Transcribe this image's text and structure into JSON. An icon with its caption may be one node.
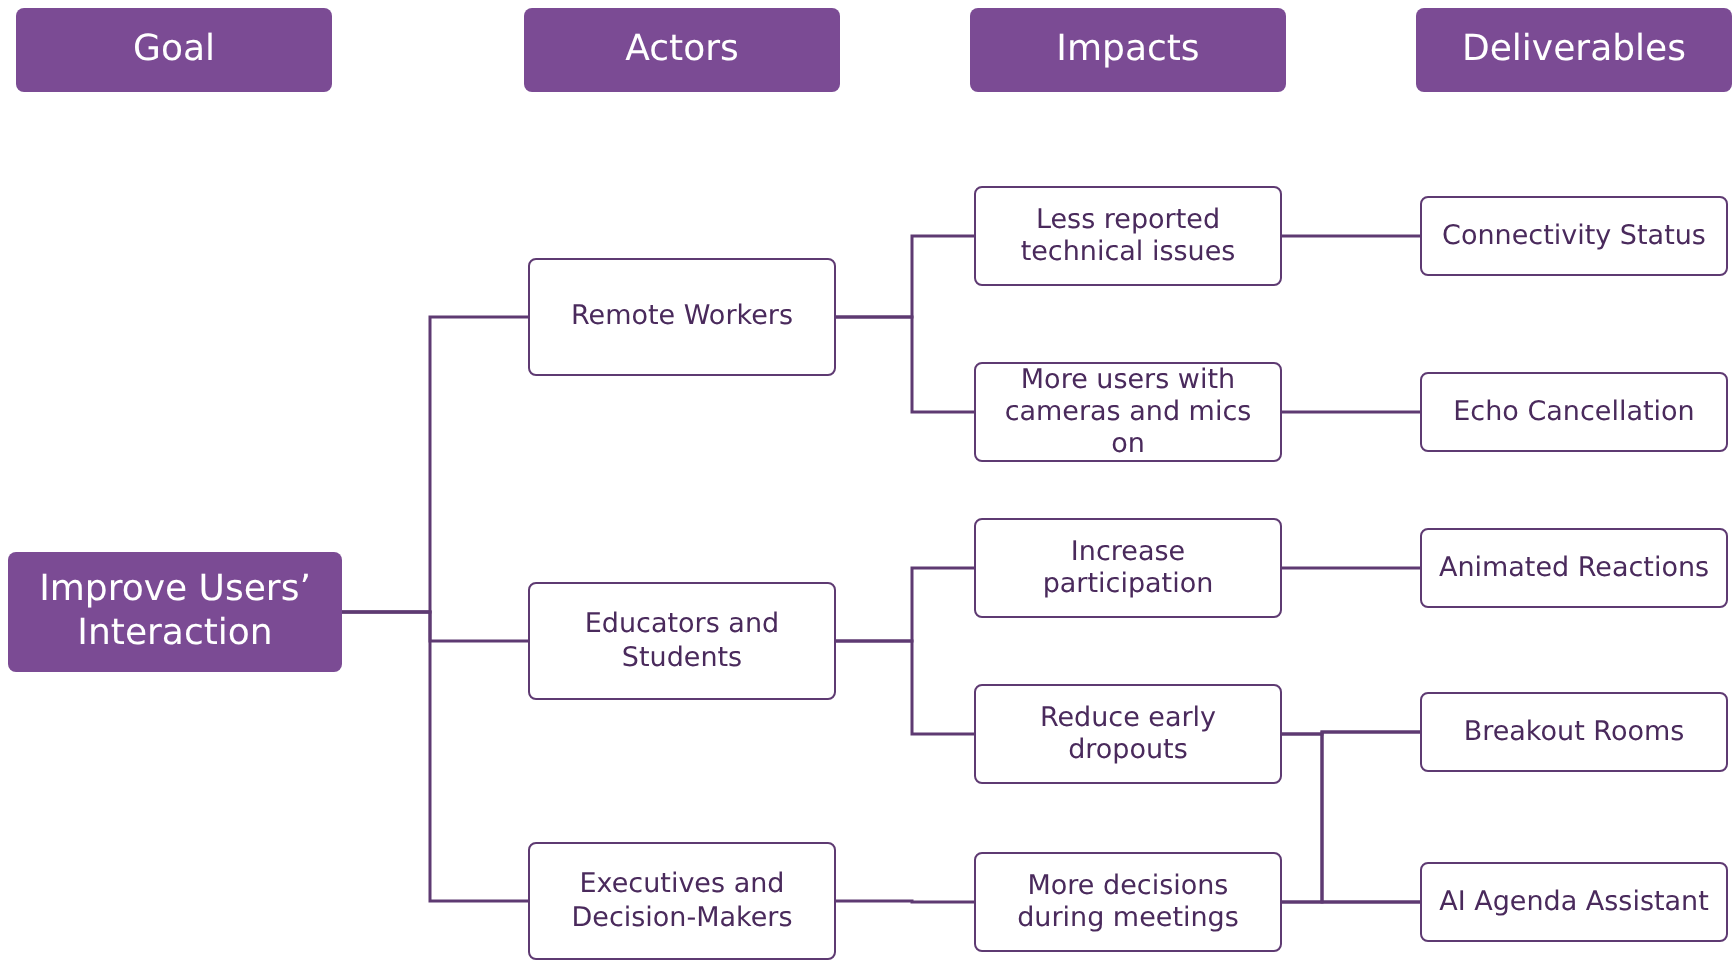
{
  "diagram": {
    "nodes": [
      {
        "text": [
          "Goal"
        ]
      },
      {
        "text": [
          "Actors"
        ]
      },
      {
        "text": [
          "Impacts"
        ]
      },
      {
        "text": [
          "Deliverables"
        ]
      },
      {
        "text": [
          "Improve Users’ Interaction"
        ]
      },
      {
        "text": [
          "Remote Workers"
        ]
      },
      {
        "text": [
          "Educators and Students"
        ]
      },
      {
        "text": [
          "Executives and Decision-Makers"
        ]
      },
      {
        "text": [
          "Less reported technical issues"
        ]
      },
      {
        "text": [
          "More users with cameras and mics on"
        ]
      },
      {
        "text": [
          "Increase participation"
        ]
      },
      {
        "text": [
          "Reduce early dropouts"
        ]
      },
      {
        "text": [
          "More decisions during meetings"
        ]
      },
      {
        "text": [
          "Connectivity Status"
        ]
      },
      {
        "text": [
          "Echo Cancellation"
        ]
      },
      {
        "text": [
          "Animated Reactions"
        ]
      },
      {
        "text": [
          "Breakout Rooms"
        ]
      },
      {
        "text": [
          "AI Agenda Assistant"
        ]
      }
    ],
    "edges": [
      {
        "from": 4,
        "to": 5,
        "arrow": "none"
      },
      {
        "from": 4,
        "to": 6,
        "arrow": "none"
      },
      {
        "from": 4,
        "to": 7,
        "arrow": "none"
      },
      {
        "from": 5,
        "to": 8,
        "arrow": "none"
      },
      {
        "from": 5,
        "to": 9,
        "arrow": "none"
      },
      {
        "from": 6,
        "to": 10,
        "arrow": "none"
      },
      {
        "from": 6,
        "to": 11,
        "arrow": "none"
      },
      {
        "from": 7,
        "to": 12,
        "arrow": "none"
      },
      {
        "from": 8,
        "to": 13,
        "arrow": "none"
      },
      {
        "from": 9,
        "to": 14,
        "arrow": "none"
      },
      {
        "from": 10,
        "to": 15,
        "arrow": "none"
      },
      {
        "from": 11,
        "to": 16,
        "arrow": "none"
      },
      {
        "from": 11,
        "to": 17,
        "arrow": "none"
      },
      {
        "from": 12,
        "to": 16,
        "arrow": "none"
      },
      {
        "from": 12,
        "to": 17,
        "arrow": "none"
      }
    ]
  }
}
